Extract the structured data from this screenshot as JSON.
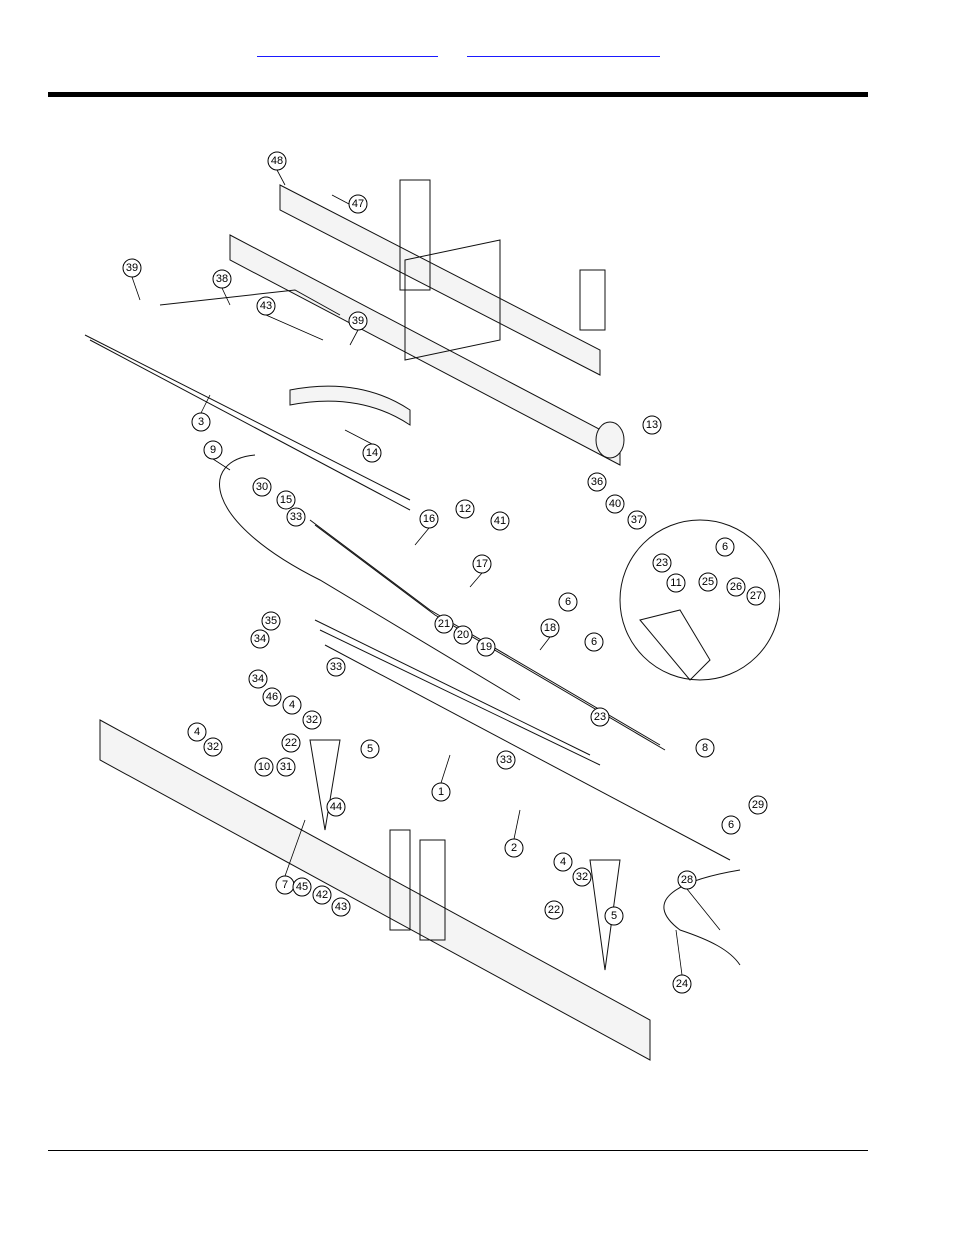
{
  "header": {
    "link_left": "",
    "link_right": ""
  },
  "diagram": {
    "callouts": [
      "1",
      "2",
      "3",
      "4",
      "5",
      "6",
      "7",
      "8",
      "9",
      "10",
      "11",
      "12",
      "13",
      "14",
      "15",
      "16",
      "17",
      "18",
      "19",
      "20",
      "21",
      "22",
      "23",
      "24",
      "25",
      "26",
      "27",
      "28",
      "29",
      "30",
      "31",
      "32",
      "33",
      "34",
      "35",
      "36",
      "37",
      "38",
      "39",
      "40",
      "41",
      "42",
      "43",
      "44",
      "45",
      "46",
      "47",
      "48"
    ]
  }
}
